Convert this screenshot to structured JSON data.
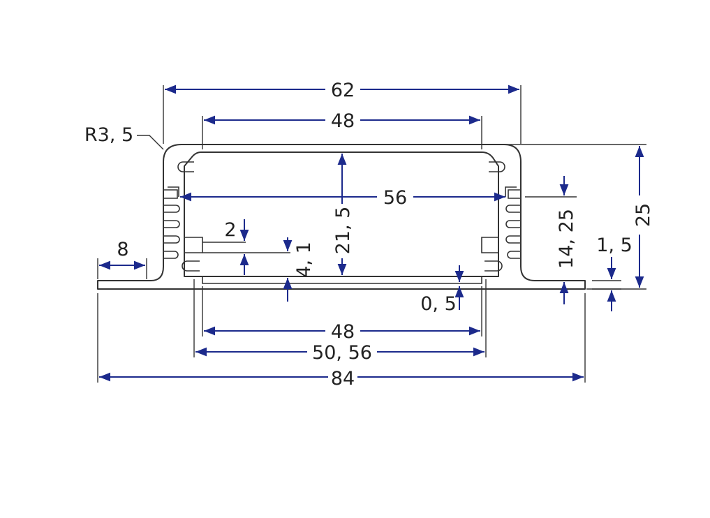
{
  "colors": {
    "dimension_line": "#1c2a8c",
    "outline": "#333333",
    "text": "#222222",
    "background": "#ffffff"
  },
  "labels": {
    "overall_width": "84",
    "top_width": "62",
    "top_inner_width": "48",
    "inner_width": "56",
    "bottom_inner_width": "48",
    "bottom_slot_width": "50, 56",
    "flange_width": "8",
    "corner_radius": "R3, 5",
    "total_height": "25",
    "inner_height": "14, 25",
    "base_thickness": "1, 5",
    "cavity_height": "21, 5",
    "rail_offset": "2",
    "rail_height": "4, 1",
    "lip_height": "0, 5"
  }
}
